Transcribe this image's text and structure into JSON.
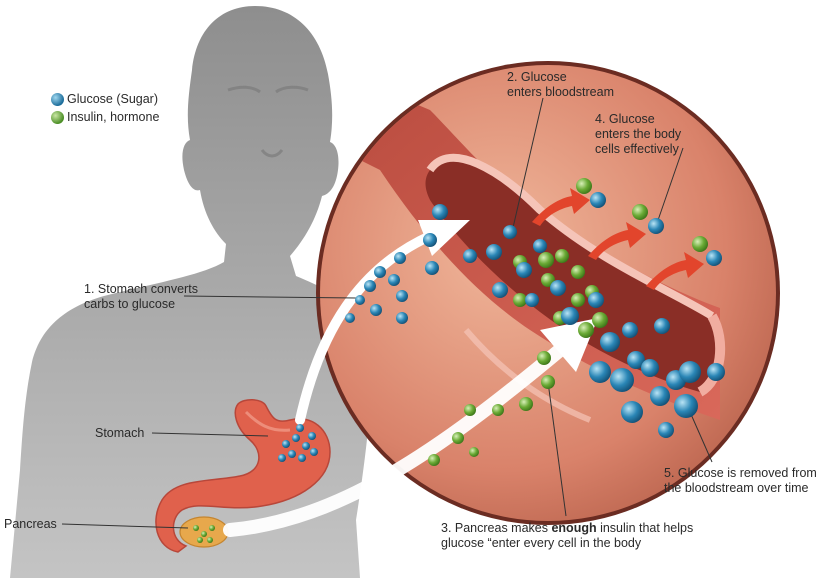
{
  "legend": {
    "glucose_label": "Glucose (Sugar)",
    "insulin_label": "Insulin, hormone",
    "glucose_icon": "blue-sphere",
    "insulin_icon": "green-sphere"
  },
  "labels": {
    "step1_line1": "1. Stomach converts",
    "step1_line2": "carbs to glucose",
    "step2_line1": "2. Glucose",
    "step2_line2": "enters bloodstream",
    "step3_line1_a": "3. Pancreas makes ",
    "step3_line1_bold": "enough",
    "step3_line1_b": " insulin that helps",
    "step3_line2": "glucose “enter every cell in the body",
    "step4_line1": "4. Glucose",
    "step4_line2": "enters the body",
    "step4_line3": "cells effectively",
    "step5_line1": "5. Glucose is removed from",
    "step5_line2": "the bloodstream over time",
    "stomach": "Stomach",
    "pancreas": "Pancreas"
  },
  "colors": {
    "glucose": "#1f78a8",
    "insulin": "#5d9e2f",
    "vessel": "#c95a4b",
    "tissue": "#d9826a",
    "silhouette": "#9d9d9d"
  }
}
